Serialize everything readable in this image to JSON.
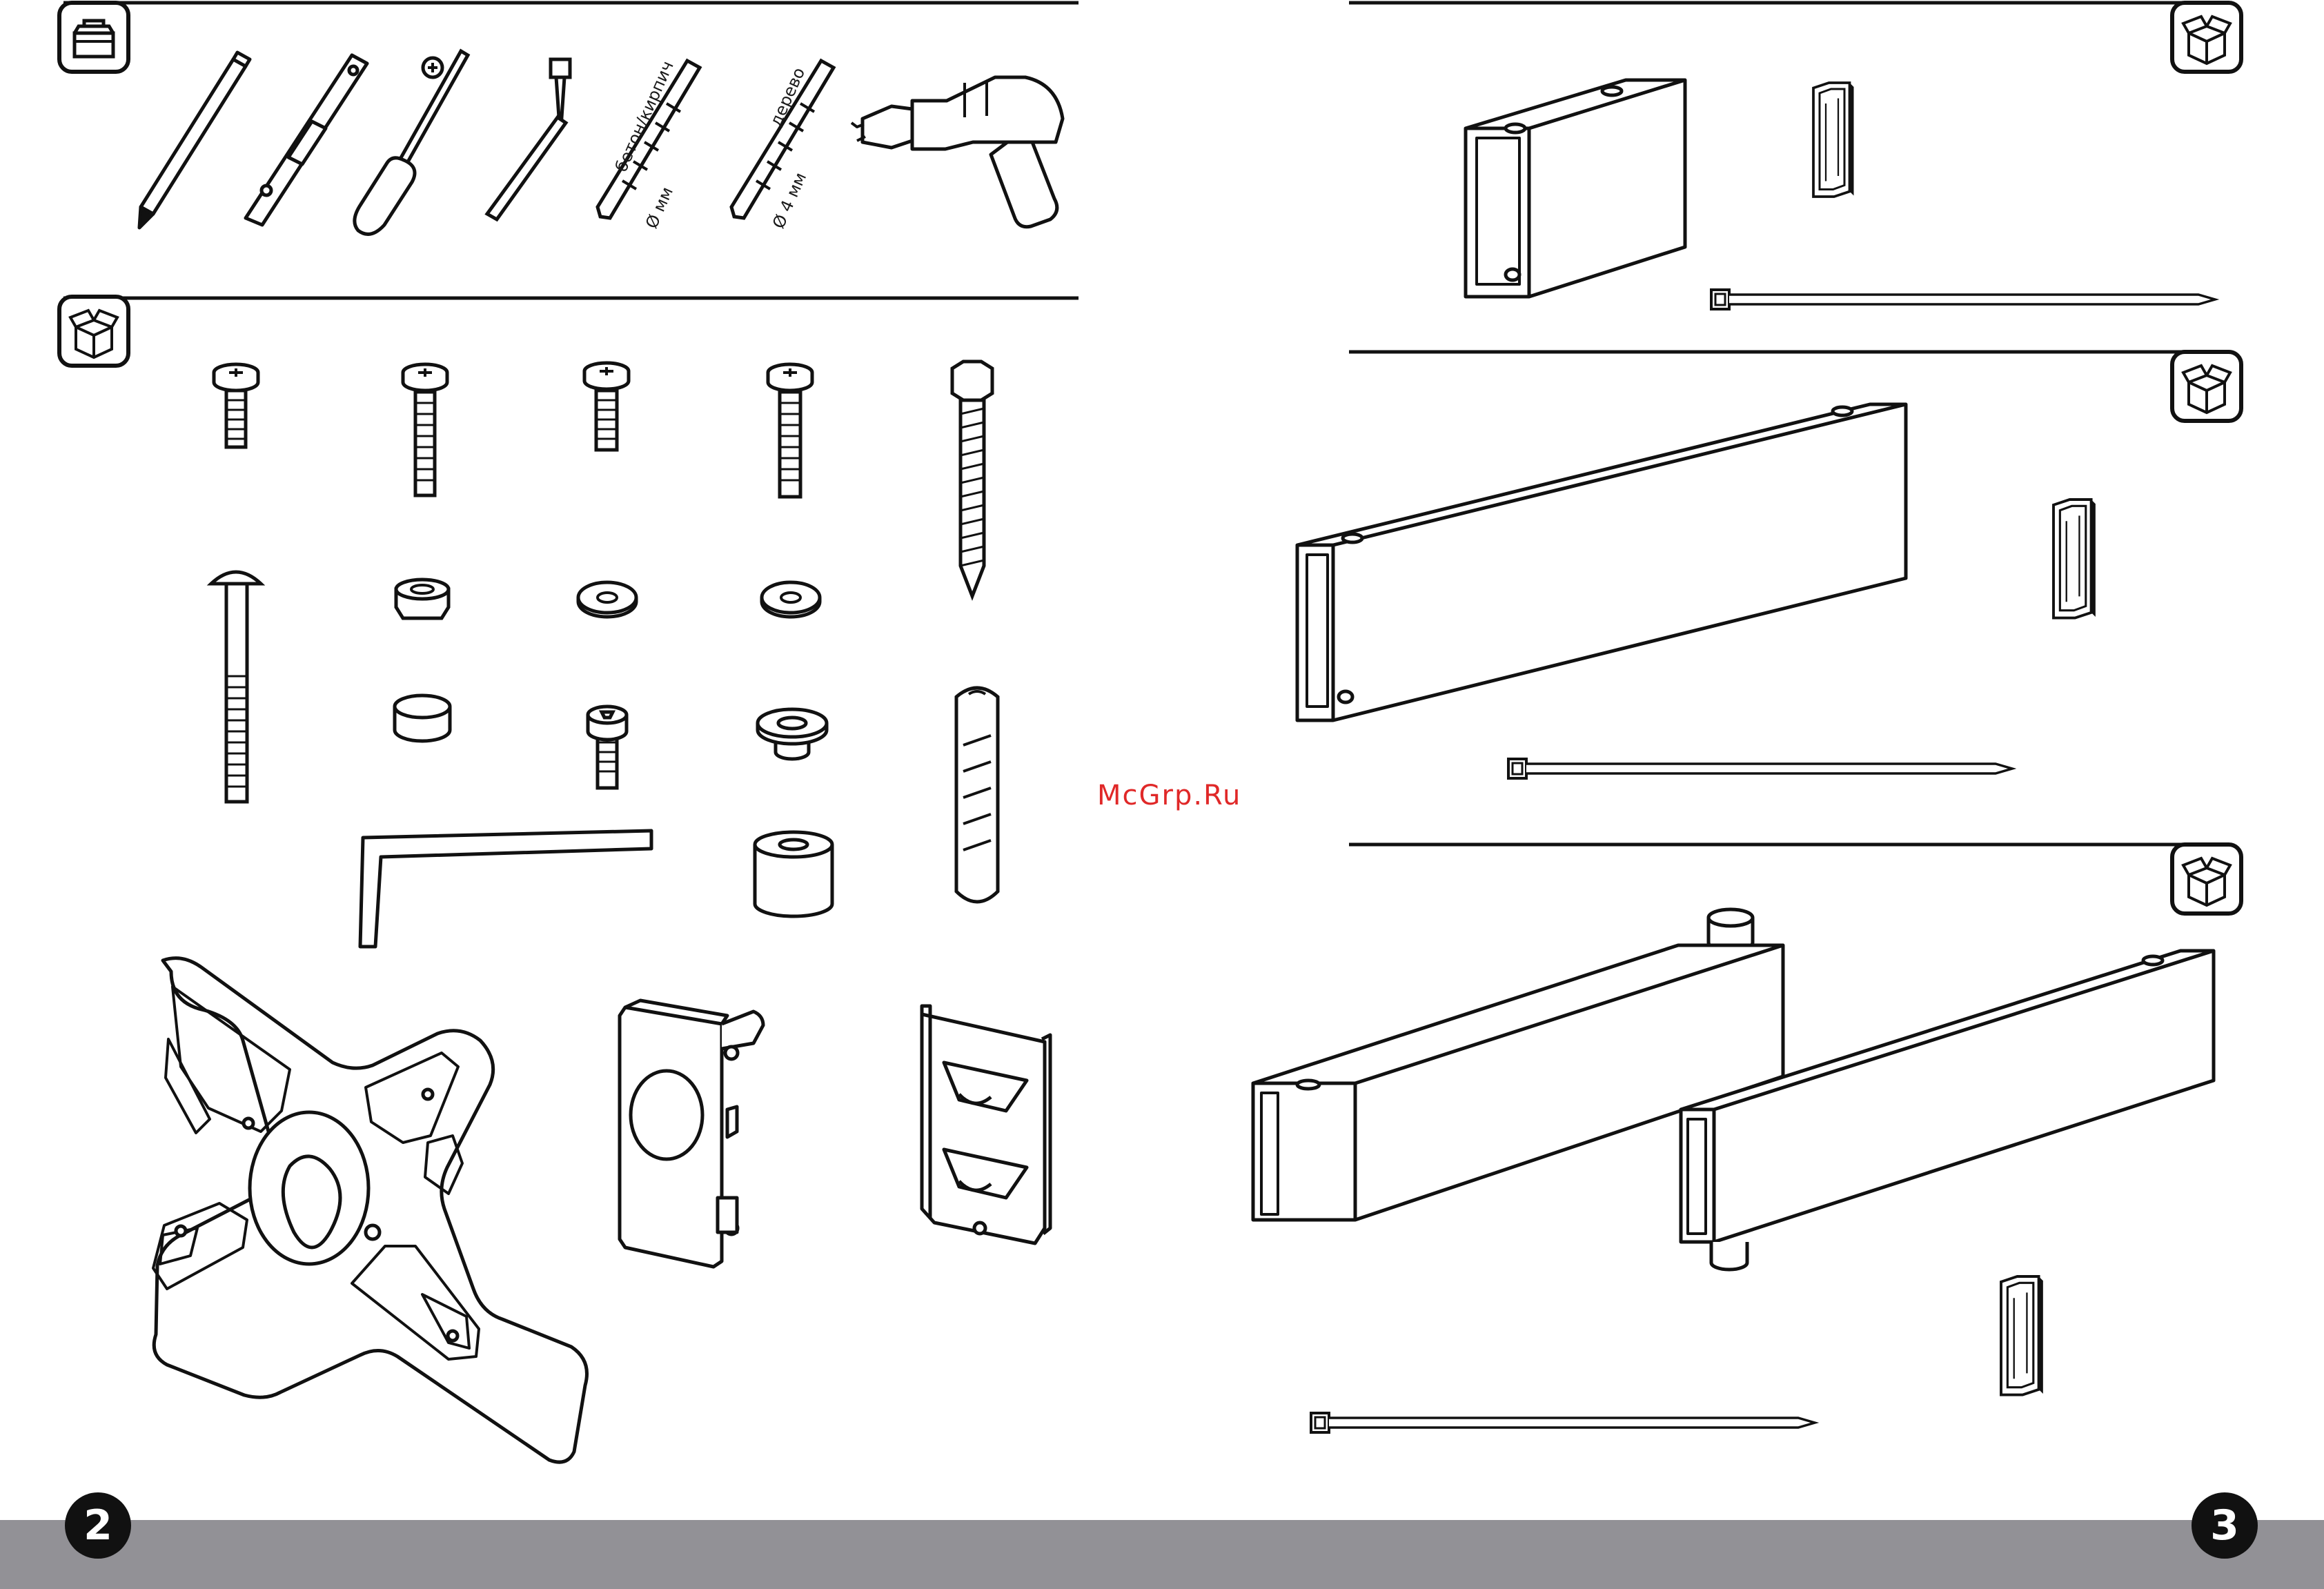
{
  "labels": {
    "drill_masonry_material": "бетон/кирпич",
    "drill_masonry_size": "Ø   мм",
    "drill_wood_material": "дерево",
    "drill_wood_size": "Ø 4 мм"
  },
  "watermark": "McGrp.Ru",
  "page_numbers": {
    "left": "2",
    "right": "3"
  },
  "icons": {
    "tools": "toolbox-icon",
    "contents": "open-box-icon"
  },
  "colors": {
    "line": "#1a1a1a",
    "footer": "#929196",
    "badge": "#111111",
    "watermark": "#e02828"
  }
}
